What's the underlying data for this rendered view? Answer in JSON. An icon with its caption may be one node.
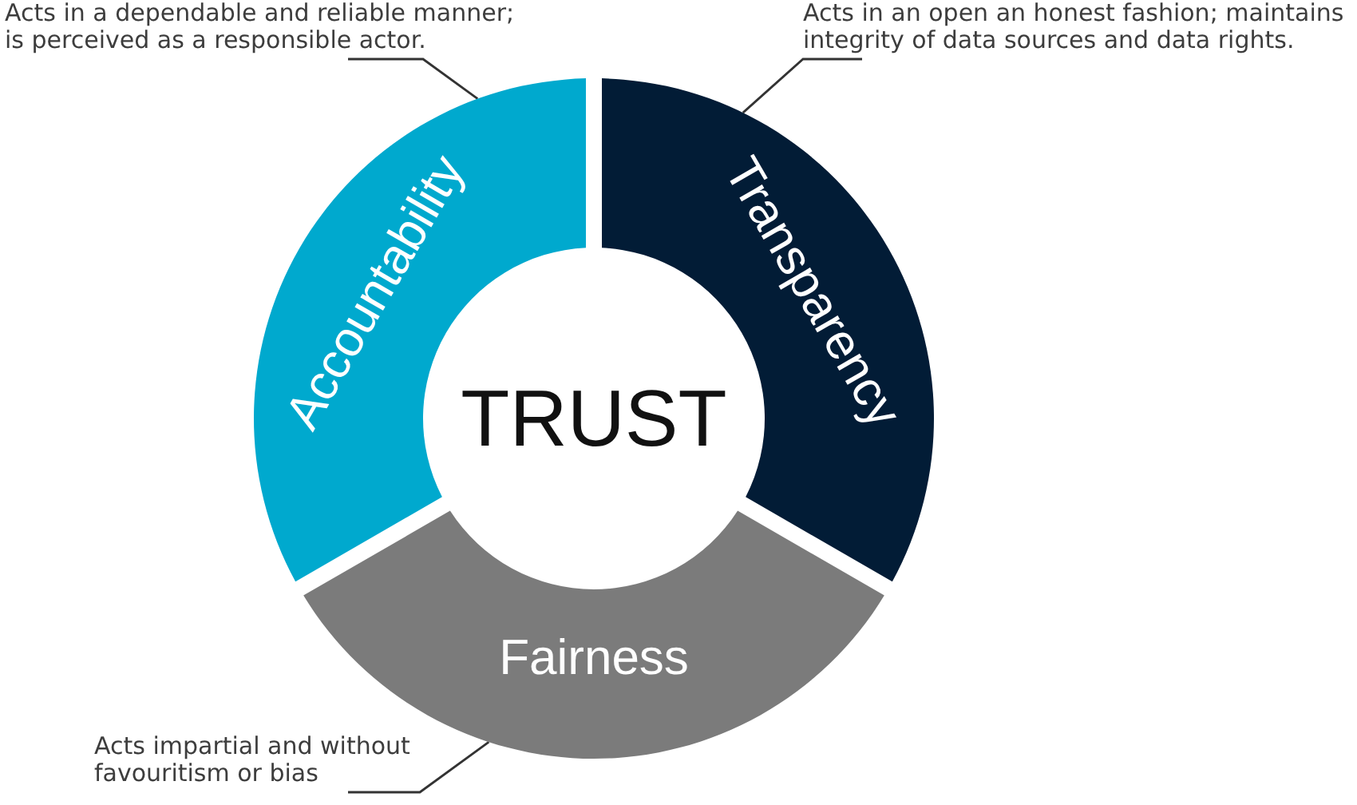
{
  "diagram": {
    "nodes": [
      {
        "text": [
          "Acts in a dependable and reliable manner; is perceived as a responsible actor."
        ]
      },
      {
        "text": [
          "Acts in an open an honest fashion; maintains integrity of data sources and data rights."
        ]
      },
      {
        "text": [
          "Accountability"
        ]
      },
      {
        "text": [
          "Transparency"
        ]
      },
      {
        "text": [
          "TRUST"
        ]
      },
      {
        "text": [
          "Fairness"
        ]
      },
      {
        "text": [
          "Acts impartial and without favouritism or bias"
        ]
      }
    ],
    "edges": [
      {
        "from": 0,
        "to": 2,
        "arrow": "none"
      },
      {
        "from": 1,
        "to": 3,
        "arrow": "none"
      },
      {
        "from": 6,
        "to": 5,
        "arrow": "none"
      }
    ]
  }
}
